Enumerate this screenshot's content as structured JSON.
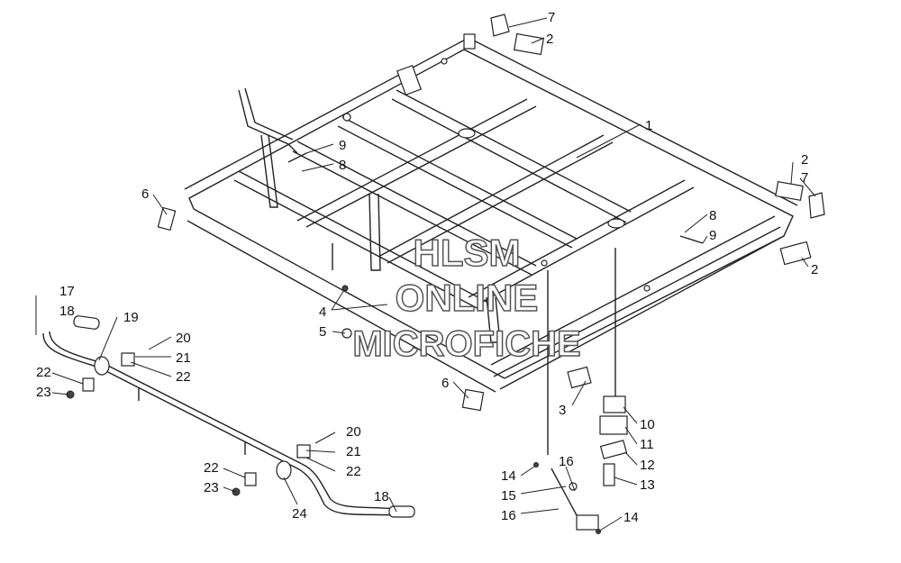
{
  "watermark": {
    "line1": "HLSM",
    "line2": "ONLINE",
    "line3": "MICROFICHE"
  },
  "callouts": {
    "c1": "1",
    "c2a": "2",
    "c2b": "2",
    "c2c": "2",
    "c3": "3",
    "c4": "4",
    "c5": "5",
    "c6a": "6",
    "c6b": "6",
    "c7a": "7",
    "c7b": "7",
    "c8a": "8",
    "c8b": "8",
    "c9a": "9",
    "c9b": "9",
    "c10": "10",
    "c11": "11",
    "c12": "12",
    "c13": "13",
    "c14a": "14",
    "c14b": "14",
    "c15": "15",
    "c16a": "16",
    "c16b": "16",
    "c17": "17",
    "c18a": "18",
    "c18b": "18",
    "c19": "19",
    "c20a": "20",
    "c20b": "20",
    "c21a": "21",
    "c21b": "21",
    "c22a": "22",
    "c22b": "22",
    "c22c": "22",
    "c22d": "22",
    "c23a": "23",
    "c23b": "23",
    "c24": "24"
  }
}
